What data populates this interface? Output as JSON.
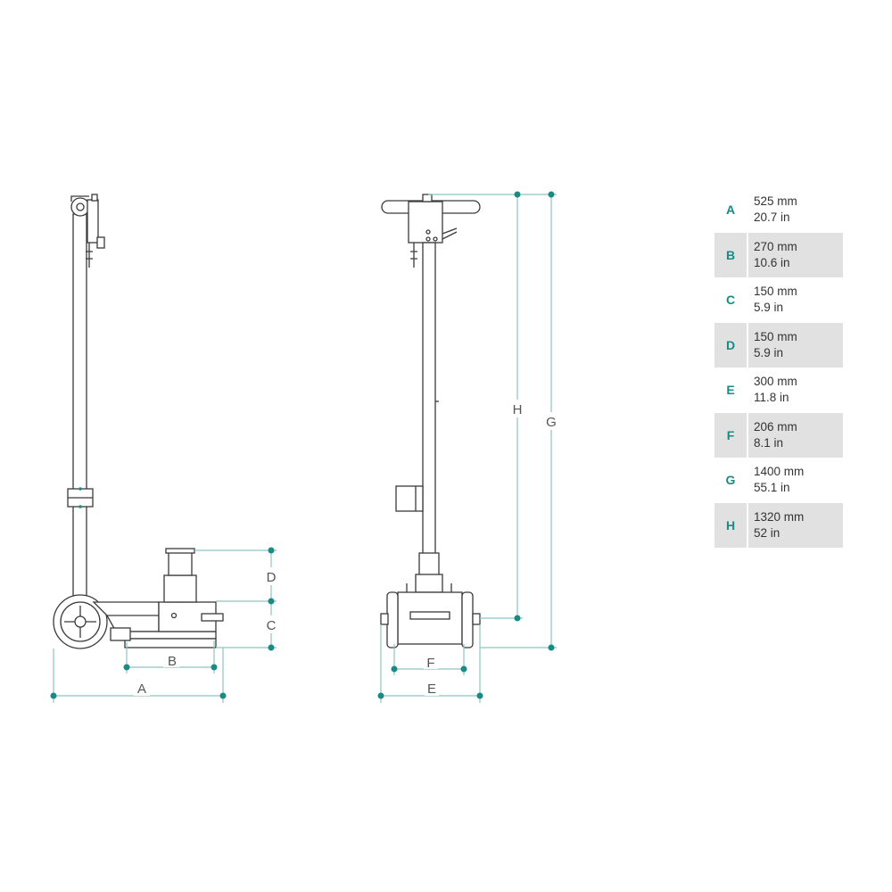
{
  "diagram": {
    "dimension_labels": {
      "A": "A",
      "B": "B",
      "C": "C",
      "D": "D",
      "E": "E",
      "F": "F",
      "G": "G",
      "H": "H"
    },
    "accent_color": "#1a8a84",
    "dimension_line_color": "#8ec5c3"
  },
  "specs": [
    {
      "key": "A",
      "mm": "525 mm",
      "inch": "20.7 in"
    },
    {
      "key": "B",
      "mm": "270 mm",
      "inch": "10.6 in"
    },
    {
      "key": "C",
      "mm": "150 mm",
      "inch": "5.9 in"
    },
    {
      "key": "D",
      "mm": "150 mm",
      "inch": "5.9 in"
    },
    {
      "key": "E",
      "mm": "300 mm",
      "inch": "11.8 in"
    },
    {
      "key": "F",
      "mm": "206 mm",
      "inch": "8.1 in"
    },
    {
      "key": "G",
      "mm": "1400 mm",
      "inch": "55.1 in"
    },
    {
      "key": "H",
      "mm": "1320 mm",
      "inch": "52 in"
    }
  ]
}
